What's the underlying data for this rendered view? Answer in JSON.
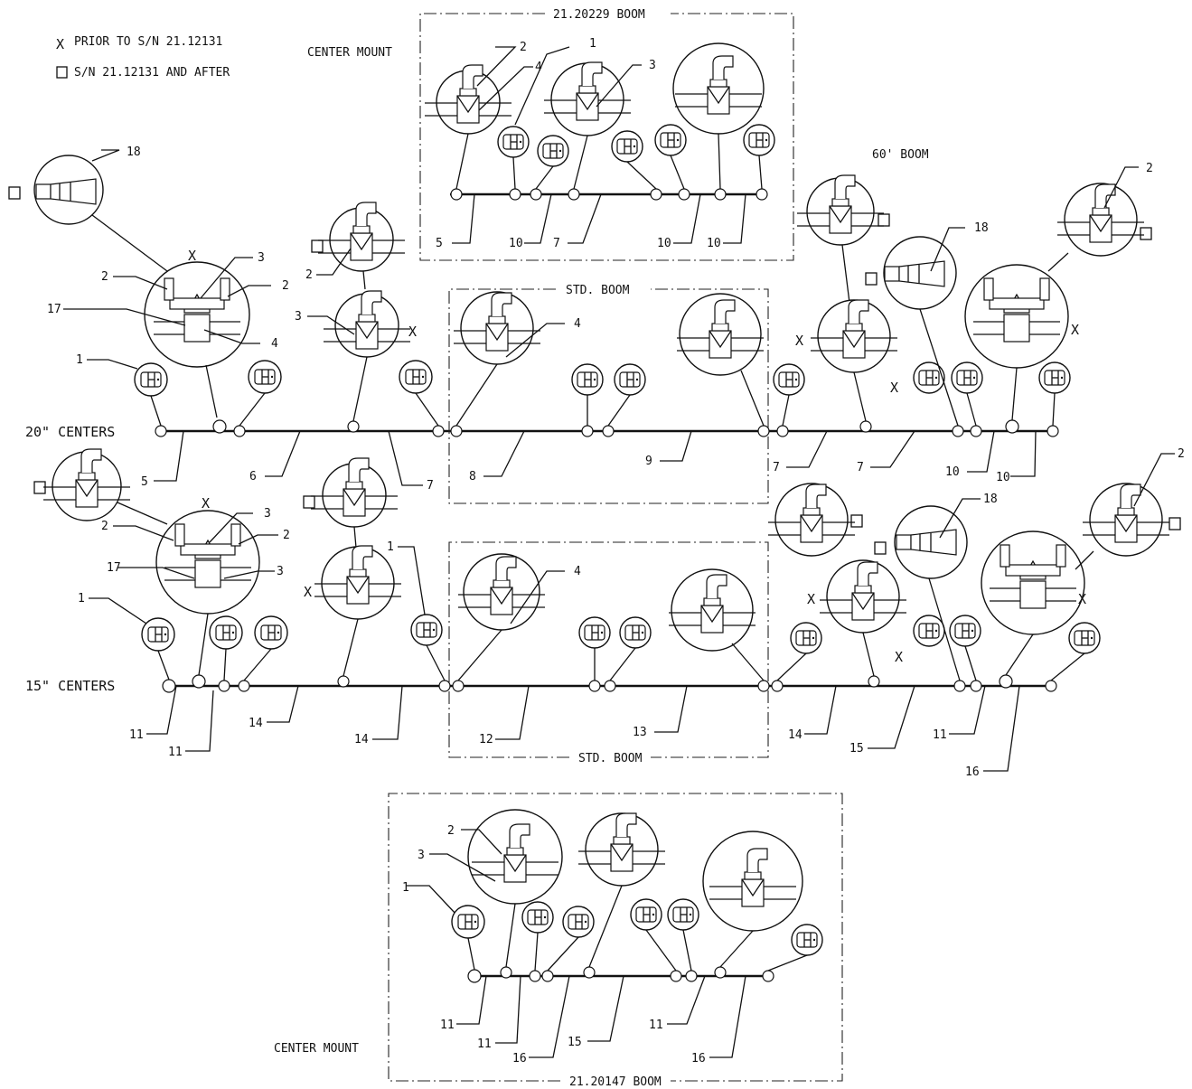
{
  "legend": {
    "prior_marker": "X",
    "prior_text": "PRIOR TO S/N 21.12131",
    "after_marker": "□",
    "after_text": "S/N 21.12131 AND AFTER"
  },
  "rows": {
    "twenty": "20\" CENTERS",
    "fifteen": "15\" CENTERS"
  },
  "boxes": {
    "top_title": "21.20229 BOOM",
    "top_center_mount": "CENTER MOUNT",
    "std_upper": "STD. BOOM",
    "std_lower": "STD. BOOM",
    "sixty": "60' BOOM",
    "bottom_title": "21.20147 BOOM",
    "bottom_center_mount": "CENTER MOUNT"
  },
  "callouts": {
    "c1": "1",
    "c2": "2",
    "c3": "3",
    "c4": "4",
    "c5": "5",
    "c6": "6",
    "c7": "7",
    "c8": "8",
    "c9": "9",
    "c10": "10",
    "c11": "11",
    "c12": "12",
    "c13": "13",
    "c14": "14",
    "c15": "15",
    "c16": "16",
    "c17": "17",
    "c18": "18"
  }
}
